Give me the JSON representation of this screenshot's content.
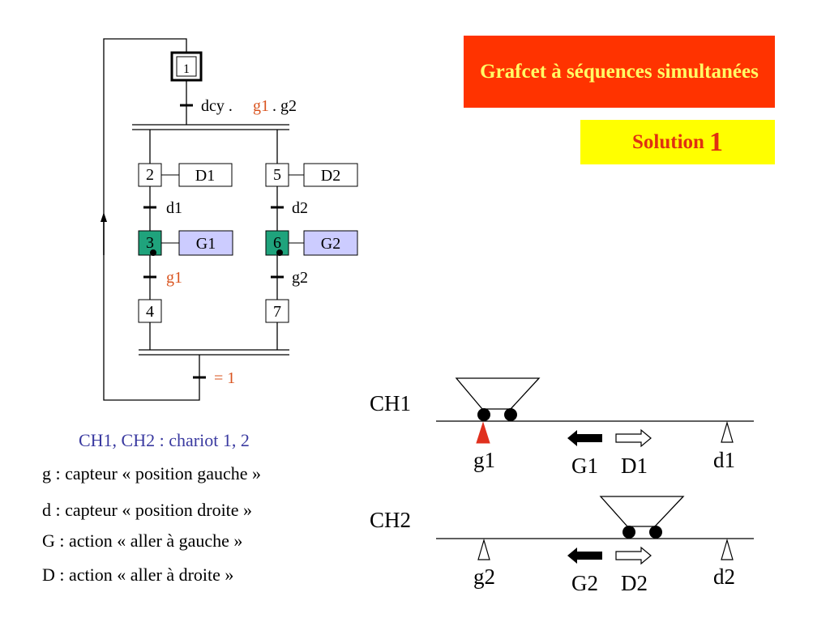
{
  "banner": {
    "title": "Grafcet à séquences simultanées",
    "solution_label": "Solution",
    "solution_number": "1"
  },
  "grafcet": {
    "steps": {
      "s1": "1",
      "s2": "2",
      "s3": "3",
      "s4": "4",
      "s5": "5",
      "s6": "6",
      "s7": "7"
    },
    "actions": {
      "a2": "D1",
      "a3": "G1",
      "a5": "D2",
      "a6": "G2"
    },
    "transitions": {
      "t1_a": "dcy .",
      "t1_b": "g1",
      "t1_c": ". g2",
      "t2": "d1",
      "t3": "g1",
      "t5": "d2",
      "t6": "g2",
      "t_final": "= 1"
    }
  },
  "legend": {
    "title": "CH1, CH2 : chariot 1, 2",
    "lines": [
      "g : capteur « position gauche »",
      "d : capteur « position droite »",
      "G : action « aller à gauche »",
      "D : action « aller à droite »"
    ]
  },
  "tracks": {
    "ch1": {
      "name": "CH1",
      "left_sensor": "g1",
      "right_sensor": "d1",
      "left_action": "G1",
      "right_action": "D1"
    },
    "ch2": {
      "name": "CH2",
      "left_sensor": "g2",
      "right_sensor": "d2",
      "left_action": "G2",
      "right_action": "D2"
    }
  },
  "colors": {
    "active_step": "#1fa37c",
    "action_active_fill": "#ccccff",
    "sensor_active": "#e0301e",
    "banner_red": "#ff3300",
    "banner_yellow": "#ffff00",
    "legend_title": "#3a3aa0",
    "highlight_text": "#d9531e"
  }
}
